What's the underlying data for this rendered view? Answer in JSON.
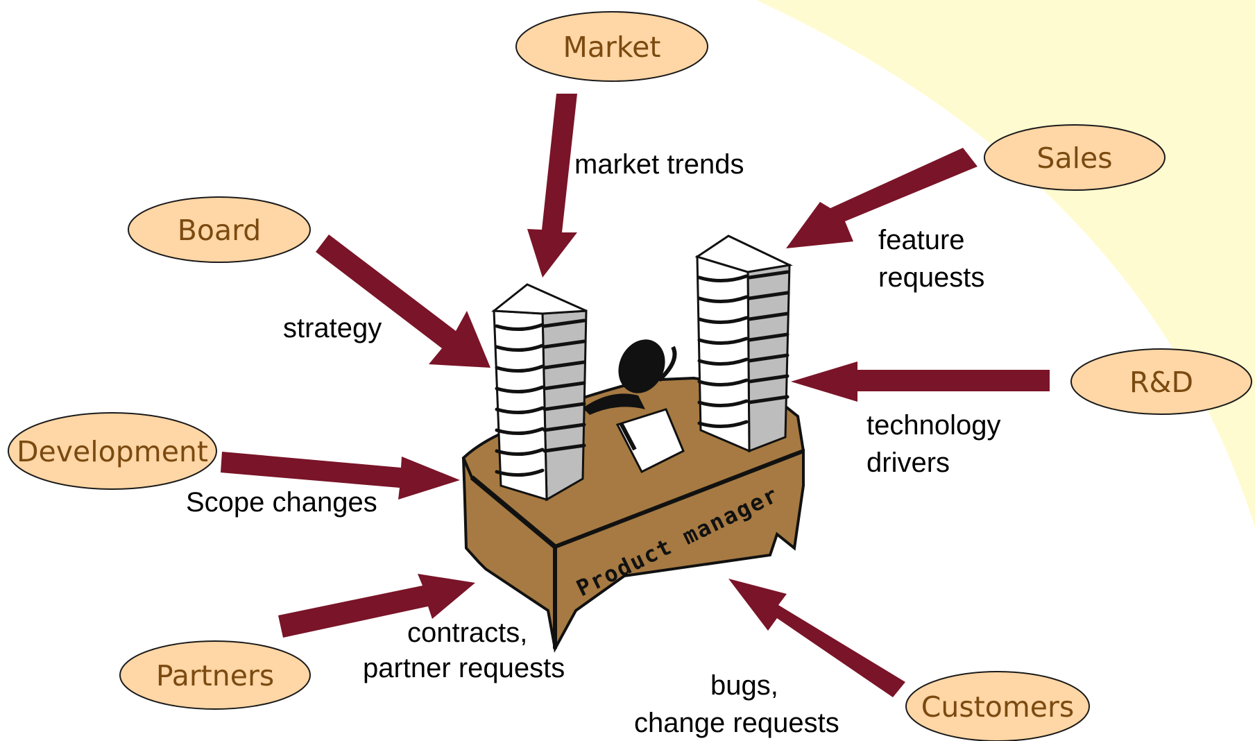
{
  "colors": {
    "background": "#ffffff",
    "yellow_band": "#fffbd0",
    "node_fill": "#ffd6a5",
    "node_text": "#7a4a10",
    "arrow": "#7a1428",
    "desk": "#a67a42",
    "paper_side": "#bdbdbd"
  },
  "center": {
    "label": "Product manager"
  },
  "nodes": {
    "market": "Market",
    "sales": "Sales",
    "board": "Board",
    "rd": "R&D",
    "development": "Development",
    "partners": "Partners",
    "customers": "Customers"
  },
  "flows": {
    "market": "market trends",
    "sales_line1": "feature",
    "sales_line2": "requests",
    "board": "strategy",
    "rd_line1": "technology",
    "rd_line2": "drivers",
    "development": "Scope changes",
    "partners_line1": "contracts,",
    "partners_line2": "partner requests",
    "customers_line1": "bugs,",
    "customers_line2": "change requests"
  },
  "icons": [
    "arrow-icon",
    "paper-stack-icon",
    "desk-icon",
    "person-icon"
  ]
}
